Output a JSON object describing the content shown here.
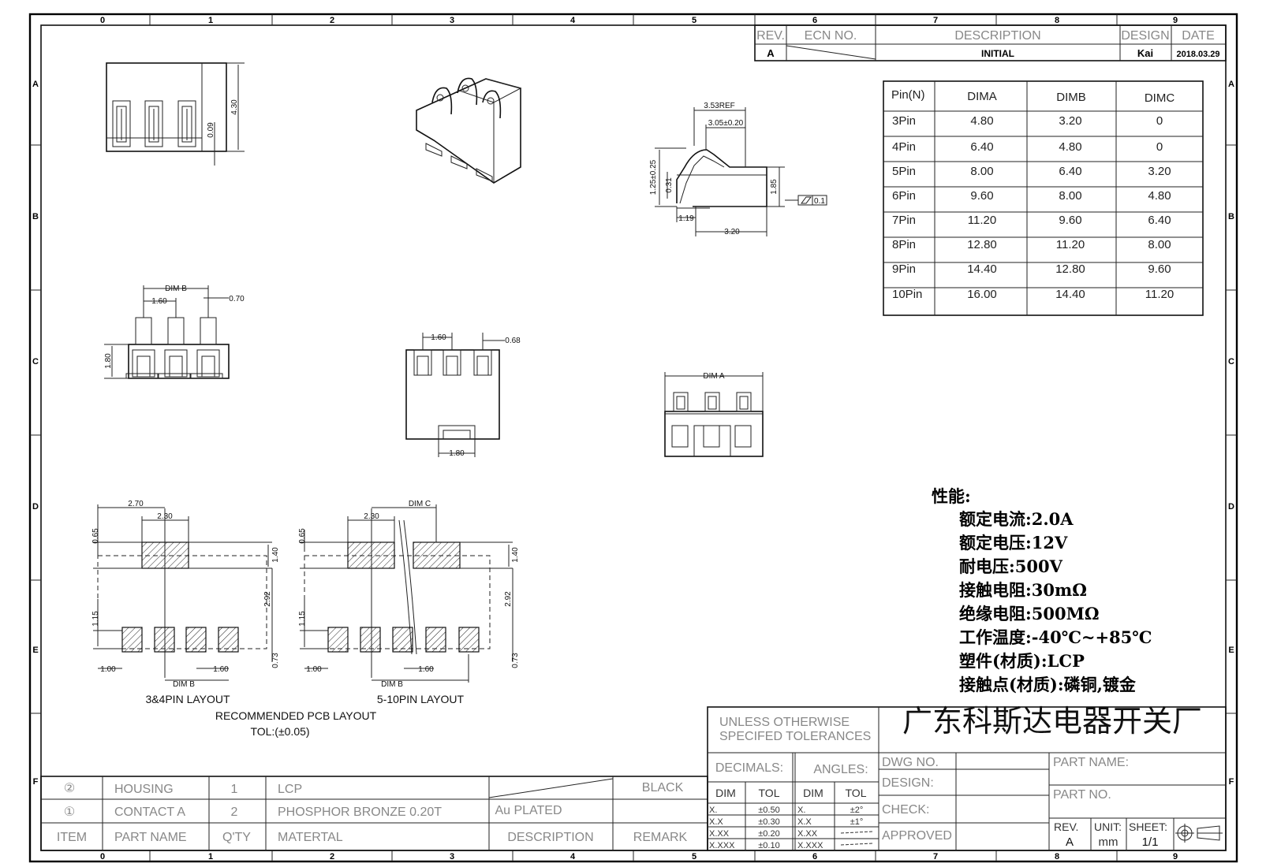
{
  "border": {
    "col_numbers": [
      "0",
      "1",
      "2",
      "3",
      "4",
      "5",
      "6",
      "7",
      "8",
      "9"
    ],
    "row_letters": [
      "A",
      "B",
      "C",
      "D",
      "E",
      "F"
    ]
  },
  "revision": {
    "headers": {
      "rev": "REV.",
      "ecn": "ECN NO.",
      "description": "DESCRIPTION",
      "design": "DESIGN",
      "date": "DATE"
    },
    "row": {
      "rev": "A",
      "description": "INITIAL",
      "design": "Kai",
      "date": "2018.03.29"
    }
  },
  "pin_table": {
    "headers": [
      "Pin(N)",
      "DIMA",
      "DIMB",
      "DIMC"
    ],
    "rows": [
      [
        "3Pin",
        "4.80",
        "3.20",
        "0"
      ],
      [
        "4Pin",
        "6.40",
        "4.80",
        "0"
      ],
      [
        "5Pin",
        "8.00",
        "6.40",
        "3.20"
      ],
      [
        "6Pin",
        "9.60",
        "8.00",
        "4.80"
      ],
      [
        "7Pin",
        "11.20",
        "9.60",
        "6.40"
      ],
      [
        "8Pin",
        "12.80",
        "11.20",
        "8.00"
      ],
      [
        "9Pin",
        "14.40",
        "12.80",
        "9.60"
      ],
      [
        "10Pin",
        "16.00",
        "14.40",
        "11.20"
      ]
    ]
  },
  "specs": {
    "title": "性能:",
    "lines": [
      "额定电流:2.0A",
      "额定电压:12V",
      "耐电压:500V",
      "接触电阻:30mΩ",
      "绝缘电阻:500MΩ",
      "工作温度:-40℃~+85℃",
      "塑件(材质):LCP",
      "接触点(材质):磷铜,镀金"
    ]
  },
  "dims": {
    "top_height": "4.30",
    "top_small": "0.09",
    "side_ref": "3.53REF",
    "side_width": "3.05±0.20",
    "side_h1": "1.25±0.25",
    "side_h2": "0.31",
    "side_h3": "1.85",
    "side_flat": "0.1",
    "side_b1": "1.19",
    "side_b2": "3.20",
    "front_dimb": "DIM B",
    "front_pitch": "1.60",
    "front_pin": "0.70",
    "front_h": "1.80",
    "mid_pitch": "1.60",
    "mid_pin": "0.68",
    "mid_w": "1.80",
    "bottom_dima": "DIM A",
    "pcb_270": "2.70",
    "pcb_230a": "2.30",
    "pcb_230b": "2.30",
    "pcb_dimc": "DIM C",
    "pcb_065a": "0.65",
    "pcb_065b": "0.65",
    "pcb_140a": "1.40",
    "pcb_140b": "1.40",
    "pcb_292a": "2.92",
    "pcb_292b": "2.92",
    "pcb_115a": "1.15",
    "pcb_115b": "1.15",
    "pcb_073a": "0.73",
    "pcb_073b": "0.73",
    "pcb_100a": "1.00",
    "pcb_100b": "1.00",
    "pcb_160a": "1.60",
    "pcb_160b": "1.60",
    "pcb_dimba": "DIM B",
    "pcb_dimbb": "DIM B"
  },
  "layout_labels": {
    "layout34": "3&4PIN LAYOUT",
    "layout510": "5-10PIN LAYOUT",
    "recommended": "RECOMMENDED PCB LAYOUT",
    "tolerance": "TOL:(±0.05)"
  },
  "bom": {
    "rows": [
      {
        "item": "②",
        "part": "HOUSING",
        "qty": "1",
        "material": "LCP",
        "description": "",
        "remark": "BLACK"
      },
      {
        "item": "①",
        "part": "CONTACT A",
        "qty": "2",
        "material": "PHOSPHOR BRONZE 0.20T",
        "description": "Au PLATED",
        "remark": ""
      }
    ],
    "headers": {
      "item": "ITEM",
      "part": "PART NAME",
      "qty": "Q'TY",
      "material": "MATERTAL",
      "description": "DESCRIPTION",
      "remark": "REMARK"
    }
  },
  "title_block": {
    "unless": "UNLESS OTHERWISE",
    "specified": "SPECIFED TOLERANCES",
    "decimals": "DECIMALS:",
    "angles": "ANGLES:",
    "dim": "DIM",
    "tol": "TOL",
    "dec_rows": [
      [
        "X.",
        "±0.50"
      ],
      [
        "X.X",
        "±0.30"
      ],
      [
        "X.XX",
        "±0.20"
      ],
      [
        "X.XXX",
        "±0.10"
      ]
    ],
    "ang_rows": [
      [
        "X.",
        "±2°"
      ],
      [
        "X.X",
        "±1°"
      ],
      [
        "X.XX",
        ""
      ],
      [
        "X.XXX",
        ""
      ]
    ],
    "company": "广东科斯达电器开关厂",
    "dwg_no": "DWG NO.",
    "design": "DESIGN:",
    "check": "CHECK:",
    "approved": "APPROVED",
    "part_name": "PART NAME:",
    "part_no": "PART NO.",
    "rev_label": "REV.",
    "rev_value": "A",
    "unit_label": "UNIT:",
    "unit_value": "mm",
    "sheet_label": "SHEET:",
    "sheet_value": "1/1"
  }
}
